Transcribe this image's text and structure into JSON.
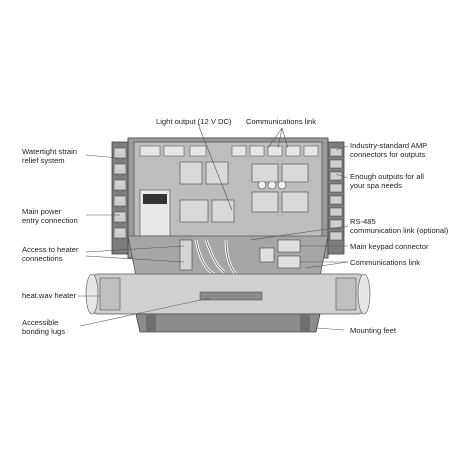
{
  "labels": {
    "watertight": "Watertight strain\nrelief system",
    "main_power": "Main power\nentry connection",
    "heater_access": "Access to heater\nconnections",
    "heater": "heat.wav heater",
    "bonding": "Accessible\nbonding lugs",
    "light_output": "Light output (12 V DC)",
    "comm_link_top": "Communications link",
    "amp": "Industry-standard AMP\nconnectors for outputs",
    "enough_outputs": "Enough outputs for all\nyour spa needs",
    "rs485": "RS-485\ncommunication link (optional)",
    "keypad": "Main keypad connector",
    "comm_link_right": "Communications link",
    "mounting_feet": "Mounting feet"
  }
}
